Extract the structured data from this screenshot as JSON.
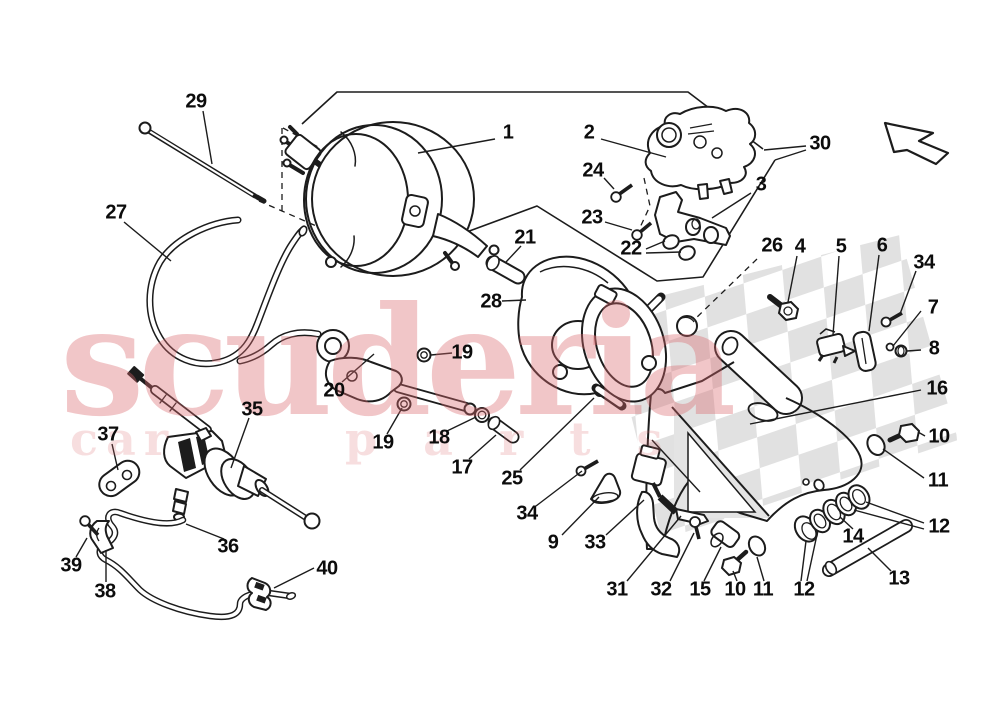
{
  "watermark": {
    "brand": "scuderia",
    "tagline_left": "car",
    "tagline_right": "parts",
    "color_primary": "#d96a6e",
    "color_secondary": "#dd8a8d"
  },
  "colors": {
    "paper": "#ffffff",
    "line": "#1c1c1c",
    "checker": "#dcdcdc"
  },
  "icons": {
    "direction_arrow": "nw-outline-arrow-icon"
  },
  "callouts": {
    "c1": "1",
    "c2": "2",
    "c3": "3",
    "c4": "4",
    "c5": "5",
    "c6": "6",
    "c7": "7",
    "c8": "8",
    "c9": "9",
    "c10r": "10",
    "c10b": "10",
    "c11r": "11",
    "c11b": "11",
    "c12r": "12",
    "c12b": "12",
    "c13": "13",
    "c14": "14",
    "c15": "15",
    "c16": "16",
    "c17": "17",
    "c18": "18",
    "c19a": "19",
    "c19b": "19",
    "c20": "20",
    "c21": "21",
    "c22": "22",
    "c23": "23",
    "c24": "24",
    "c25": "25",
    "c26": "26",
    "c27": "27",
    "c28": "28",
    "c29": "29",
    "c30": "30",
    "c31": "31",
    "c32": "32",
    "c33": "33",
    "c34r": "34",
    "c34l": "34",
    "c35": "35",
    "c36": "36",
    "c37": "37",
    "c38": "38",
    "c39": "39",
    "c40": "40"
  }
}
